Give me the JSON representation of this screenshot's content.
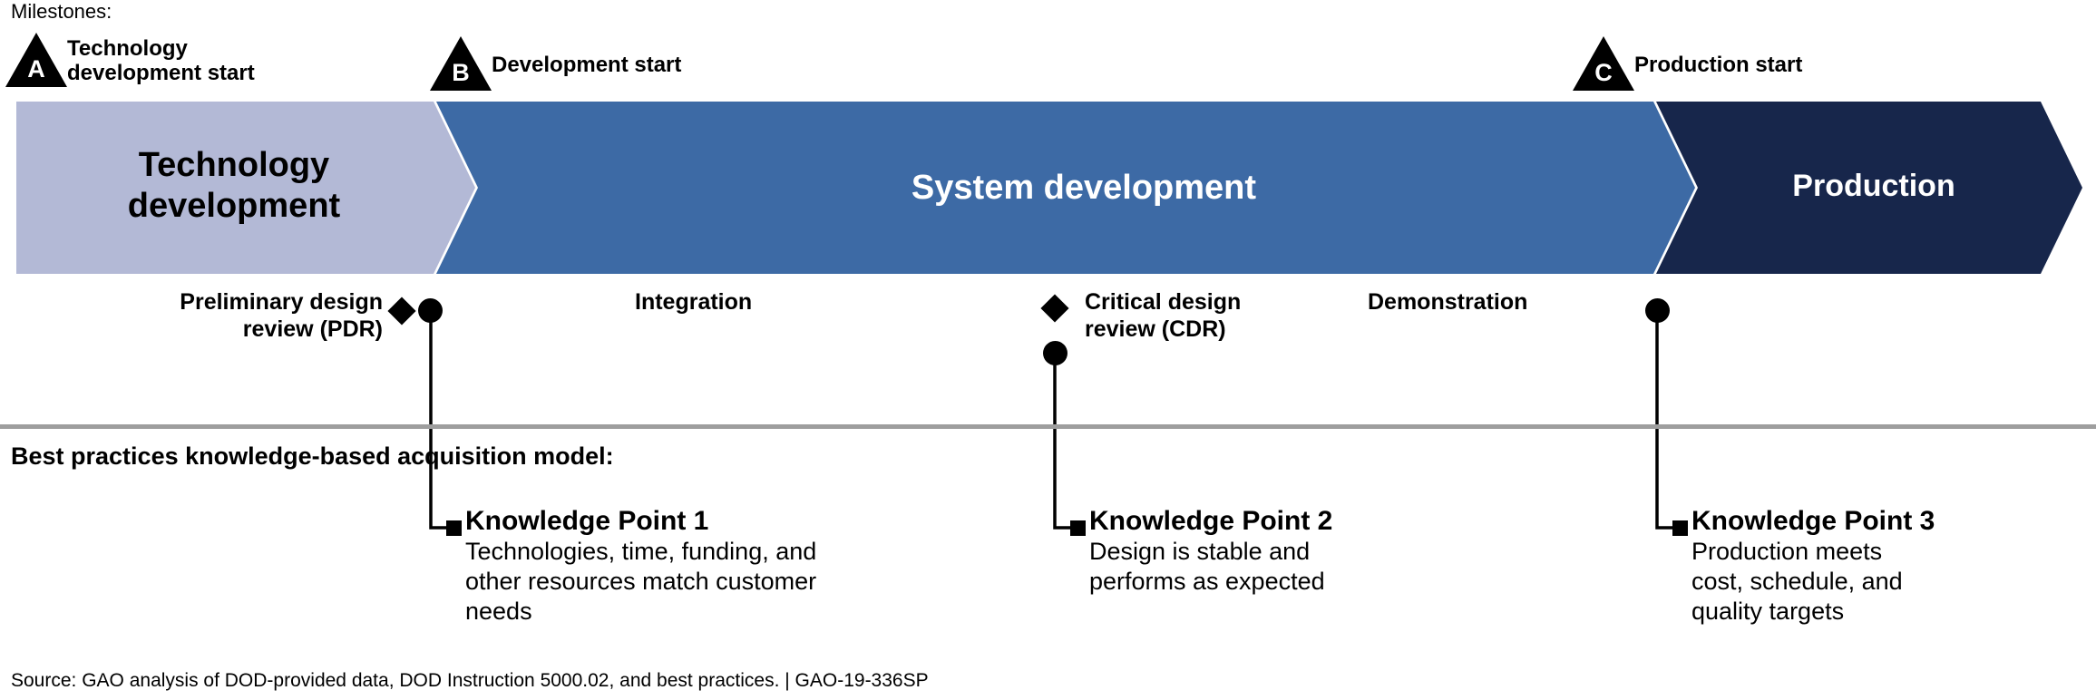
{
  "milestones_header": "Milestones:",
  "milestones": [
    {
      "letter": "A",
      "label": "Technology\ndevelopment start"
    },
    {
      "letter": "B",
      "label": "Development start"
    },
    {
      "letter": "C",
      "label": "Production start"
    }
  ],
  "phases": [
    {
      "name": "Technology\ndevelopment",
      "color": "#b3b9d6",
      "text_color": "#000000"
    },
    {
      "name": "System development",
      "color": "#3d6aa5",
      "text_color": "#ffffff"
    },
    {
      "name": "Production",
      "color": "#17264b",
      "text_color": "#ffffff"
    }
  ],
  "activities": [
    {
      "bold": "Preliminary design\nreview ",
      "paren": "(PDR)"
    },
    {
      "bold": "Integration",
      "paren": ""
    },
    {
      "bold": "Critical design\nreview ",
      "paren": "(CDR)"
    },
    {
      "bold": "Demonstration",
      "paren": ""
    }
  ],
  "best_practices_heading": "Best practices knowledge-based acquisition model:",
  "knowledge_points": [
    {
      "title": "Knowledge Point 1",
      "body": "Technologies, time, funding, and\nother resources match customer\nneeds"
    },
    {
      "title": "Knowledge Point 2",
      "body": "Design is stable and\nperforms as expected"
    },
    {
      "title": "Knowledge Point 3",
      "body": "Production meets\ncost, schedule, and\nquality targets"
    }
  ],
  "source_note": "Source: GAO analysis of DOD-provided data, DOD Instruction 5000.02, and best practices.  |  GAO-19-336SP",
  "colors": {
    "technology_development": "#b3b9d6",
    "system_development": "#3d6aa5",
    "production": "#17264b",
    "divider": "#9e9e9e",
    "marker": "#000000"
  }
}
